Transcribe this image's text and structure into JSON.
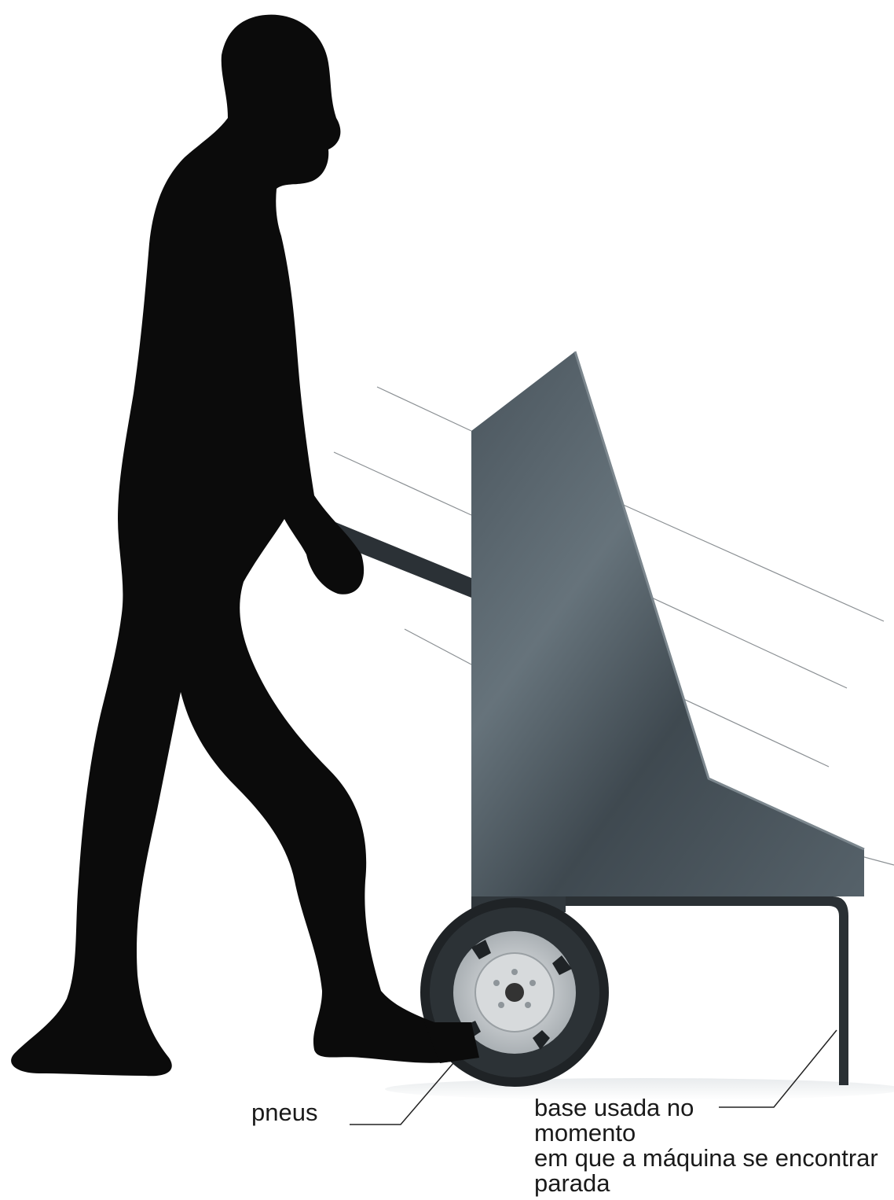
{
  "labels": {
    "tires": "pneus",
    "base_line1": "base usada no",
    "base_line2": "momento",
    "base_line3": "em que a máquina se encontrar",
    "base_line4": "parada"
  },
  "colors": {
    "silhouette": "#0b0b0b",
    "machine_body": "#3a444c",
    "machine_highlight": "#5d6a73",
    "tire": "#1f2326",
    "rim": "#c9cdd0",
    "leader_line": "#222222",
    "background": "#ffffff"
  },
  "icons": {
    "person": "walking-person-silhouette",
    "machine": "wheeled-cart-machine",
    "wheel": "tire-wheel"
  }
}
